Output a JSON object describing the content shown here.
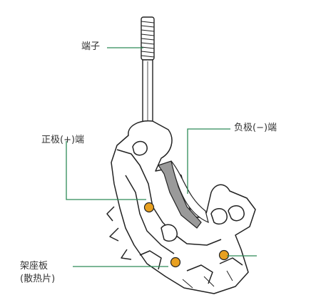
{
  "labels": {
    "terminal": "端子",
    "negative": "负极(−)端",
    "positive": "正极(+)端",
    "base_line1": "架座板",
    "base_line2": "(散热片)"
  },
  "colors": {
    "leader": "#2e8b57",
    "outline": "#222222",
    "diode": "#e8a020",
    "shade": "#9a9a9a"
  }
}
